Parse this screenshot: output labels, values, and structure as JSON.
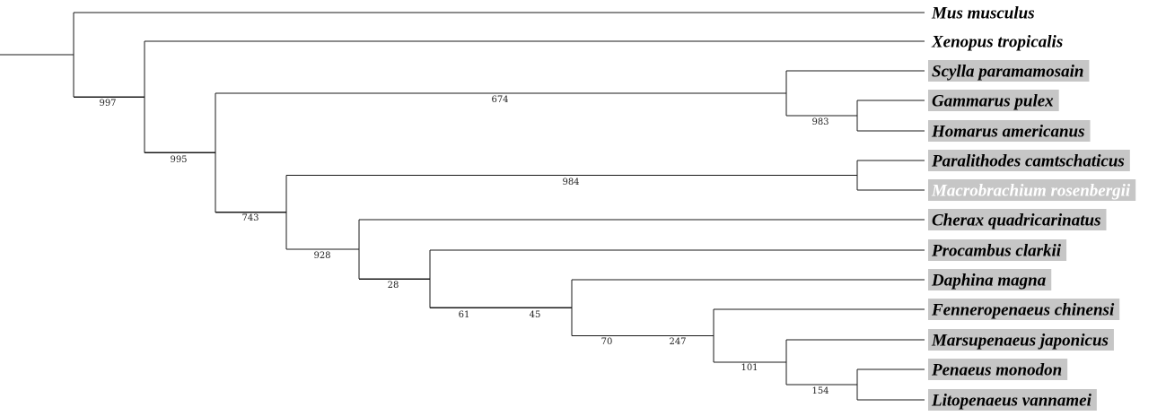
{
  "tree": {
    "taxa": [
      {
        "name": "Mus musculus",
        "highlighted": false
      },
      {
        "name": "Xenopus tropicalis",
        "highlighted": false
      },
      {
        "name": "Scylla paramamosain",
        "highlighted": true
      },
      {
        "name": "Gammarus pulex",
        "highlighted": true
      },
      {
        "name": "Homarus americanus",
        "highlighted": true
      },
      {
        "name": "Paralithodes camtschaticus",
        "highlighted": true
      },
      {
        "name": "Macrobrachium rosenbergii",
        "highlighted": true,
        "light_text": true
      },
      {
        "name": "Cherax quadricarinatus",
        "highlighted": true
      },
      {
        "name": "Procambus clarkii",
        "highlighted": true
      },
      {
        "name": "Daphina magna",
        "highlighted": true
      },
      {
        "name": "Fenneropenaeus chinensi",
        "highlighted": true
      },
      {
        "name": "Marsupenaeus japonicus",
        "highlighted": true
      },
      {
        "name": "Penaeus monodon",
        "highlighted": true
      },
      {
        "name": "Litopenaeus vannamei",
        "highlighted": true
      }
    ],
    "support_values": [
      "997",
      "995",
      "674",
      "983",
      "984",
      "743",
      "928",
      "28",
      "61",
      "45",
      "70",
      "247",
      "101",
      "154"
    ],
    "colors": {
      "branch": "#1a1a1a",
      "highlight": "#c6c6c6",
      "light_text": "#ffffff"
    }
  }
}
